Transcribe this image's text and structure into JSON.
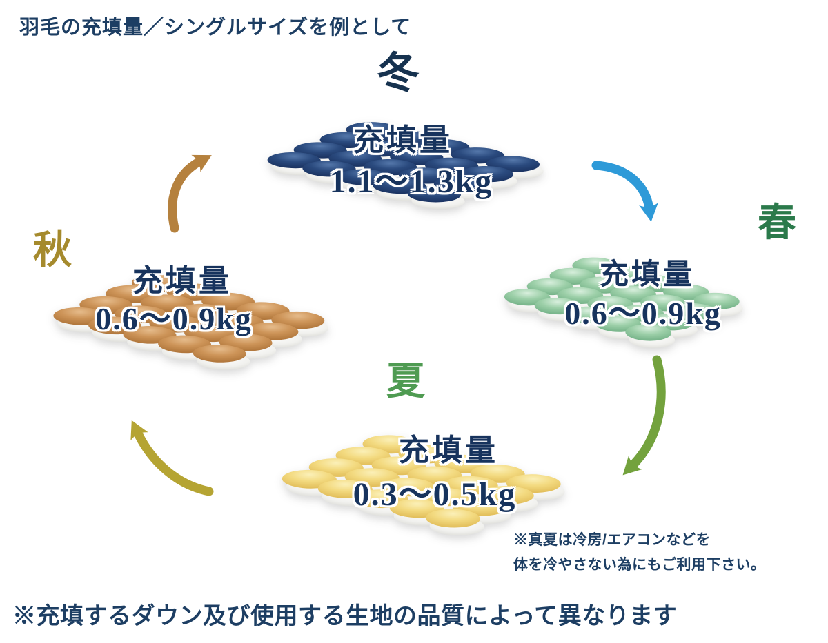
{
  "title": "羽毛の充填量／シングルサイズを例として",
  "seasons": {
    "winter": {
      "label": "冬",
      "fill_label": "充填量",
      "amount": "1.1〜1.3kg",
      "color": "#1d3a6b",
      "label_color": "#16324f"
    },
    "spring": {
      "label": "春",
      "fill_label": "充填量",
      "amount": "0.6〜0.9kg",
      "color": "#9ccfa8",
      "label_color": "#2b7a4b"
    },
    "summer": {
      "label": "夏",
      "fill_label": "充填量",
      "amount": "0.3〜0.5kg",
      "color": "#f3da80",
      "label_color": "#4f9b52"
    },
    "autumn": {
      "label": "秋",
      "fill_label": "充填量",
      "amount": "0.6〜0.9kg",
      "color": "#cd9458",
      "label_color": "#a58a2d"
    }
  },
  "arrow_colors": {
    "winter_to_spring": "#2e9ad8",
    "spring_to_summer": "#73a23d",
    "summer_to_autumn": "#b5a433",
    "autumn_to_winter": "#b5813e"
  },
  "note": {
    "line1": "※真夏は冷房/エアコンなどを",
    "line2": "体を冷やさない為にもご利用下さい。"
  },
  "footer": "※充填するダウン及び使用する生地の品質によって異なります"
}
